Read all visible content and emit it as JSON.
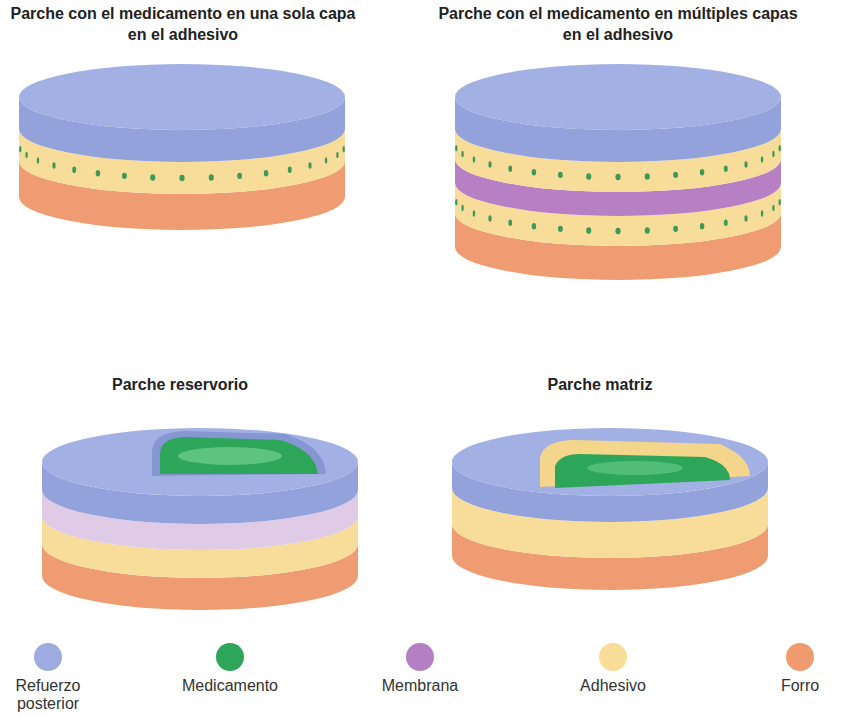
{
  "diagram": {
    "labels": [
      "Parche con el medicamento en una sola capa en el adhesivo",
      "Parche con el medicamento en múltiples capas en el adhesivo",
      "Parche reservorio",
      "Parche matriz"
    ],
    "legend": [
      {
        "text": "Refuerzo posterior",
        "color": "#9eabe0"
      },
      {
        "text": "Medicamento",
        "color": "#2ea65a"
      },
      {
        "text": "Membrana",
        "color": "#b57fc3"
      },
      {
        "text": "Adhesivo",
        "color": "#f8dc98"
      },
      {
        "text": "Forro",
        "color": "#ef9a6f"
      }
    ]
  }
}
